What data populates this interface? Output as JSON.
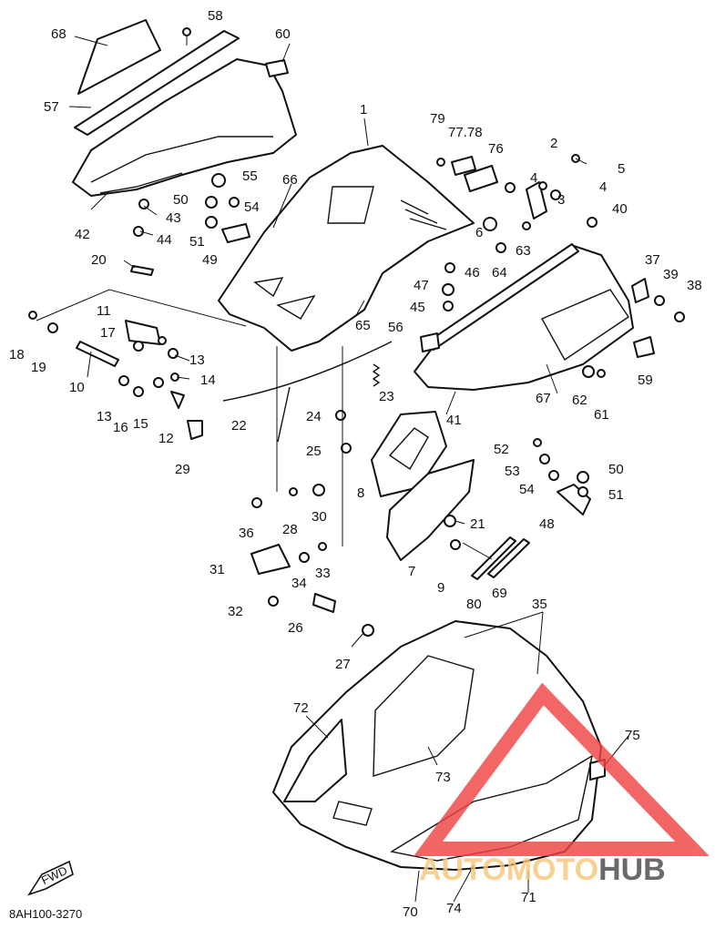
{
  "diagram_code": "8AH100-3270",
  "fwd_label": "FWD",
  "watermark": {
    "word_a": "AUTOMOTO",
    "word_b": "HUB",
    "color_a": "#f6c77a",
    "color_b": "#4a4a4a",
    "triangle_color": "#ef4444"
  },
  "callouts": [
    "68",
    "58",
    "60",
    "57",
    "1",
    "79",
    "77.78",
    "76",
    "66",
    "55",
    "50",
    "54",
    "42",
    "43",
    "44",
    "51",
    "49",
    "2",
    "5",
    "4",
    "4",
    "3",
    "40",
    "6",
    "63",
    "64",
    "20",
    "47",
    "46",
    "45",
    "65",
    "56",
    "37",
    "39",
    "38",
    "11",
    "17",
    "13",
    "18",
    "19",
    "10",
    "14",
    "13",
    "16",
    "15",
    "12",
    "22",
    "23",
    "24",
    "62",
    "61",
    "41",
    "67",
    "59",
    "29",
    "25",
    "52",
    "53",
    "54",
    "50",
    "51",
    "48",
    "8",
    "21",
    "36",
    "28",
    "30",
    "7",
    "9",
    "31",
    "34",
    "33",
    "80",
    "69",
    "32",
    "26",
    "27",
    "35",
    "72",
    "73",
    "75",
    "70",
    "74",
    "71"
  ]
}
